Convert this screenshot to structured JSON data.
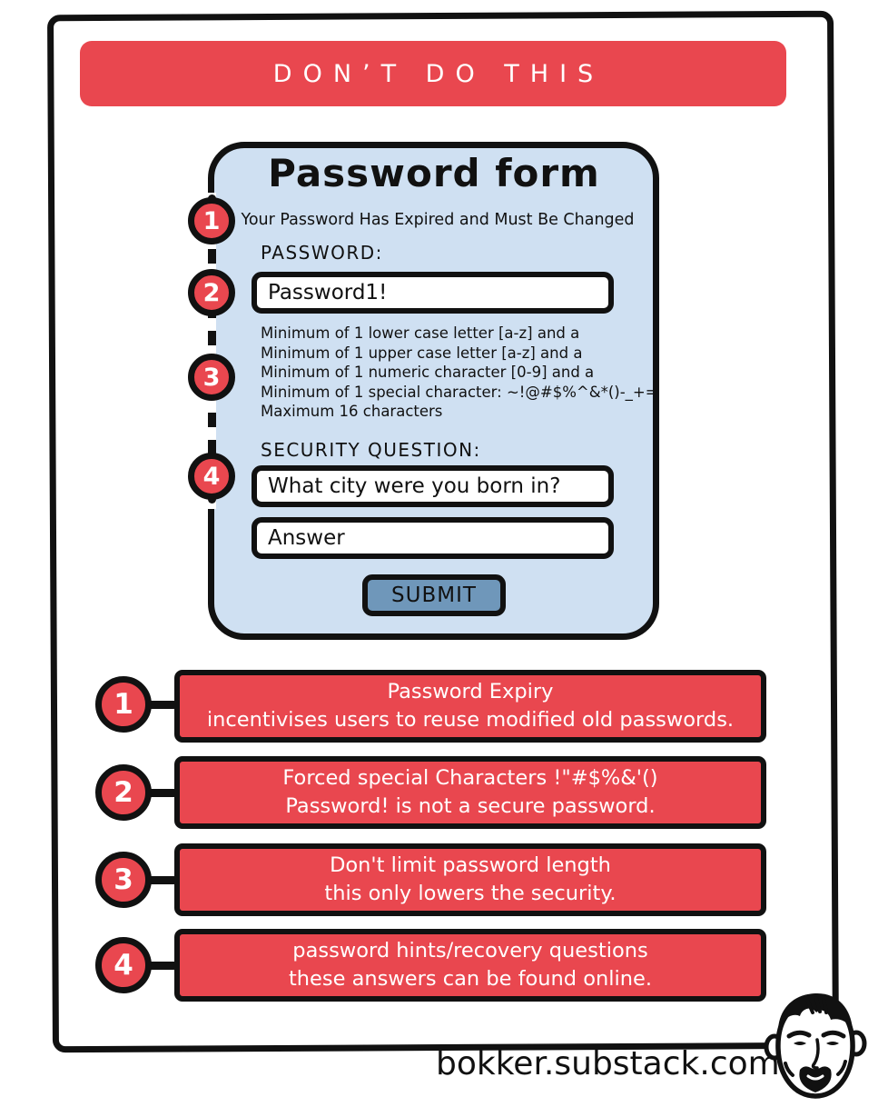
{
  "banner": {
    "label": "DON’T DO THIS"
  },
  "form": {
    "title": "Password form",
    "subtitle": "Your Password Has Expired and Must Be Changed",
    "password_label": "PASSWORD:",
    "password_value": "Password1!",
    "rules": [
      "Minimum of 1 lower case letter [a-z] and a",
      "Minimum of 1 upper case letter [a-z] and a",
      "Minimum of 1 numeric character [0-9] and a",
      "Minimum of 1 special character: ~!@#$%^&*()-_+=",
      "Maximum 16 characters"
    ],
    "security_label": "SECURITY QUESTION:",
    "security_question_value": "What city were you born in?",
    "answer_value": "Answer",
    "submit_label": "SUBMIT",
    "markers": [
      "1",
      "2",
      "3",
      "4"
    ]
  },
  "callouts": [
    {
      "number": "1",
      "lines": [
        "Password Expiry",
        "incentivises users to reuse modified old passwords."
      ]
    },
    {
      "number": "2",
      "lines": [
        "Forced special Characters !\"#$%&'()",
        "Password! is not a secure password."
      ]
    },
    {
      "number": "3",
      "lines": [
        "Don't limit password length",
        "this only lowers the security."
      ]
    },
    {
      "number": "4",
      "lines": [
        "password hints/recovery questions",
        "these answers can be found online."
      ]
    }
  ],
  "footer": {
    "credit": "bokker.substack.com",
    "avatar_icon": "cartoon-face"
  },
  "colors": {
    "red": "#e9474f",
    "form_bg": "#cfe0f2",
    "submit_bg": "#6f97ba",
    "ink": "#111111"
  }
}
